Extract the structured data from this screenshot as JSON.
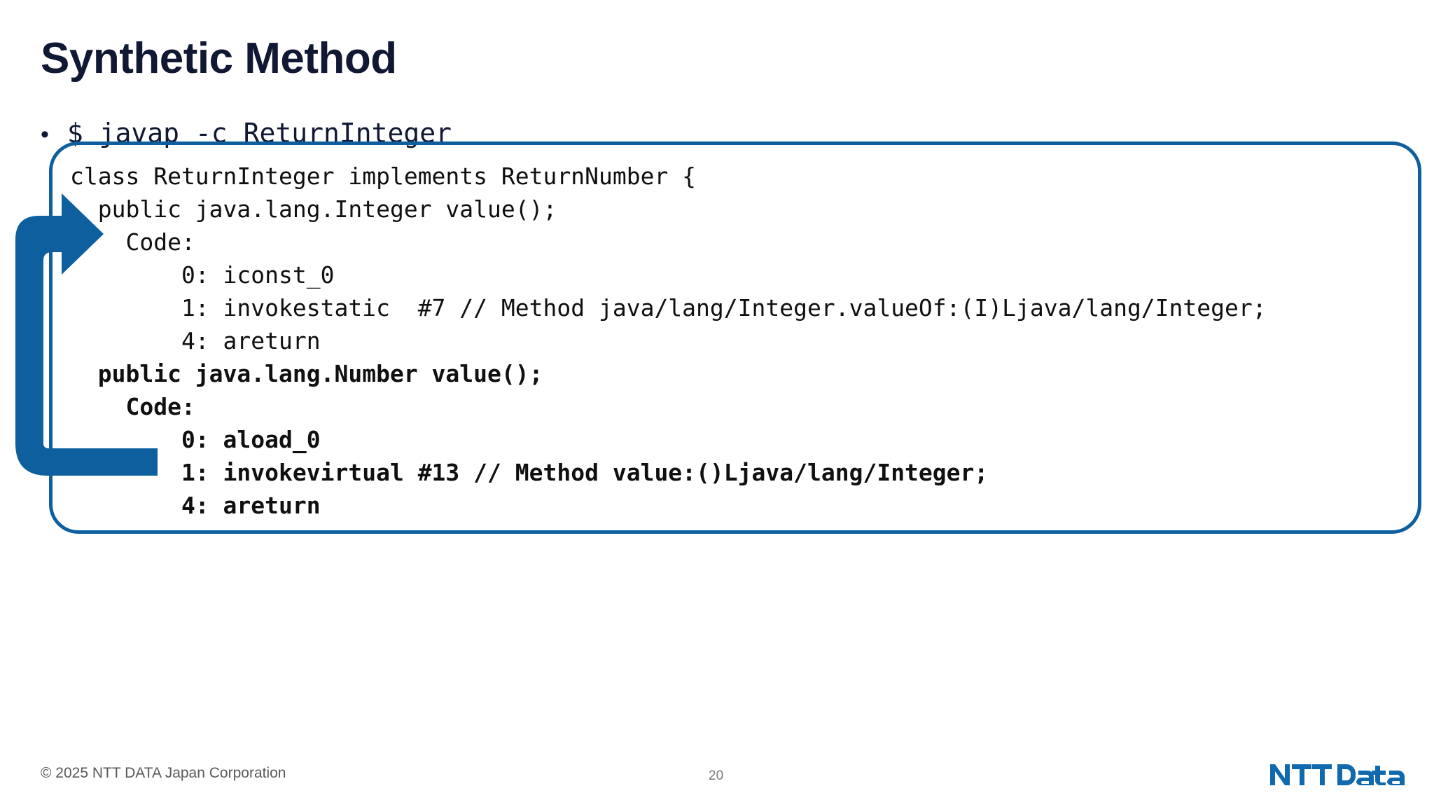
{
  "slide": {
    "title": "Synthetic Method",
    "page_number": "20",
    "accent_color": "#0E5F9E",
    "title_color": "#111833",
    "background_color": "#ffffff"
  },
  "bullet": {
    "marker": "•",
    "command": "$ javap -c ReturnInteger"
  },
  "code_block": {
    "lines": [
      {
        "text": "class ReturnInteger implements ReturnNumber {",
        "indent": 0,
        "bold": false
      },
      {
        "text": "public java.lang.Integer value();",
        "indent": 1,
        "bold": false
      },
      {
        "text": "Code:",
        "indent": 2,
        "bold": false
      },
      {
        "text": "0: iconst_0",
        "indent": 4,
        "bold": false
      },
      {
        "text": "1: invokestatic  #7 // Method java/lang/Integer.valueOf:(I)Ljava/lang/Integer;",
        "indent": 4,
        "bold": false
      },
      {
        "text": "4: areturn",
        "indent": 4,
        "bold": false
      },
      {
        "text": "public java.lang.Number value();",
        "indent": 1,
        "bold": true
      },
      {
        "text": "Code:",
        "indent": 2,
        "bold": true
      },
      {
        "text": "0: aload_0",
        "indent": 4,
        "bold": true
      },
      {
        "text": "1: invokevirtual #13 // Method value:()Ljava/lang/Integer;",
        "indent": 4,
        "bold": true
      },
      {
        "text": "4: areturn",
        "indent": 4,
        "bold": true
      }
    ]
  },
  "annotation": {
    "arrow_name": "synthetic-bridge-arrow",
    "color": "#0E5F9E",
    "points_from_line": "1: invokevirtual #13 // Method value:()Ljava/lang/Integer;",
    "points_to_line": "public java.lang.Integer value();"
  },
  "footer": {
    "copyright": "© 2025 NTT DATA Japan Corporation",
    "page_number": "20",
    "logo_text": "NTT DaTa",
    "logo_color": "#1068AD"
  }
}
